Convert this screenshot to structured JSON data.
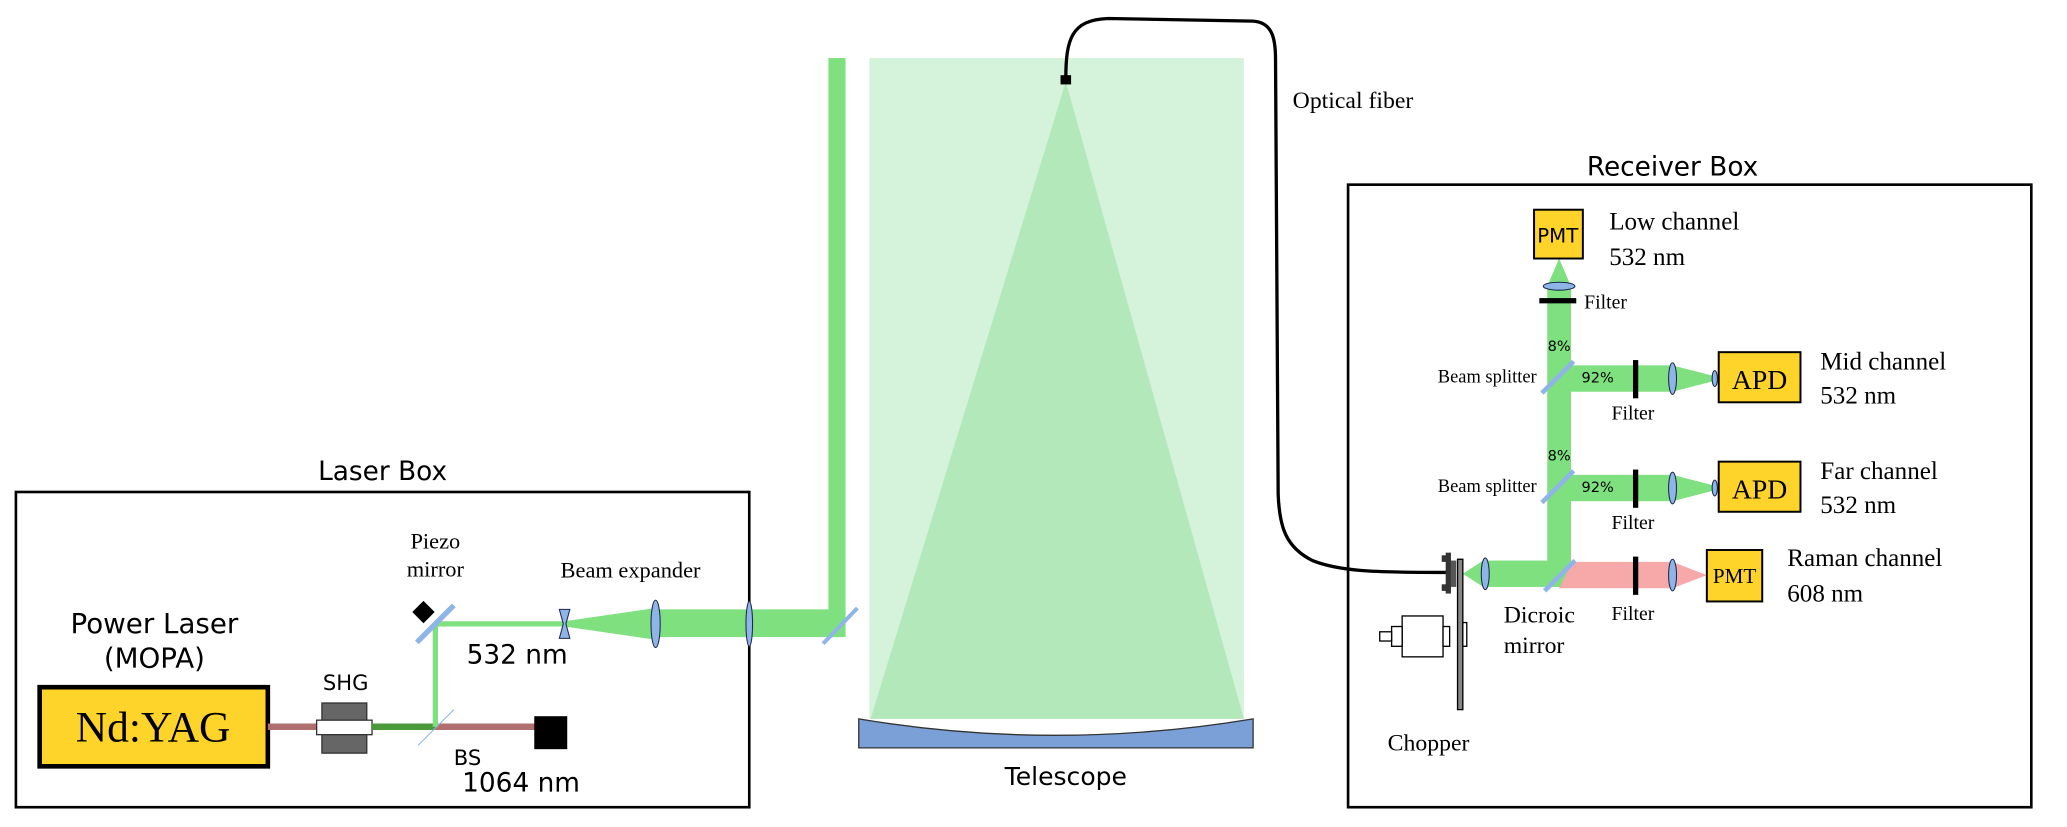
{
  "colors": {
    "beam_532": "#7FE07F",
    "beam_1064": "#B06E6E",
    "beam_608": "#F7A8A8",
    "detector": "#FFD42A",
    "optics": "#8FB4E8",
    "telescope_field": "#D5F2DA",
    "telescope_cone": "#B3E8BA",
    "telescope_mirror": "#7BA0D8"
  },
  "laser_box": {
    "title": "Laser Box",
    "power_laser_line1": "Power Laser",
    "power_laser_line2": "(MOPA)",
    "laser_label": "Nd:YAG",
    "shg_label": "SHG",
    "bs_label": "BS",
    "ir_wavelength": "1064 nm",
    "green_wavelength": "532 nm",
    "piezo_line1": "Piezo",
    "piezo_line2": "mirror",
    "beam_expander": "Beam expander"
  },
  "telescope": {
    "label": "Telescope",
    "fiber_label": "Optical fiber"
  },
  "receiver_box": {
    "title": "Receiver Box",
    "chopper_label": "Chopper",
    "dicroic_line1": "Dicroic",
    "dicroic_line2": "mirror",
    "beam_splitter_label": "Beam splitter",
    "filter_label": "Filter",
    "reflect_pct": "8%",
    "transmit_pct": "92%",
    "channels": [
      {
        "detector": "PMT",
        "name": "Low channel",
        "wavelength": "532 nm"
      },
      {
        "detector": "APD",
        "name": "Mid channel",
        "wavelength": "532 nm"
      },
      {
        "detector": "APD",
        "name": "Far channel",
        "wavelength": "532 nm"
      },
      {
        "detector": "PMT",
        "name": "Raman channel",
        "wavelength": "608 nm"
      }
    ]
  }
}
